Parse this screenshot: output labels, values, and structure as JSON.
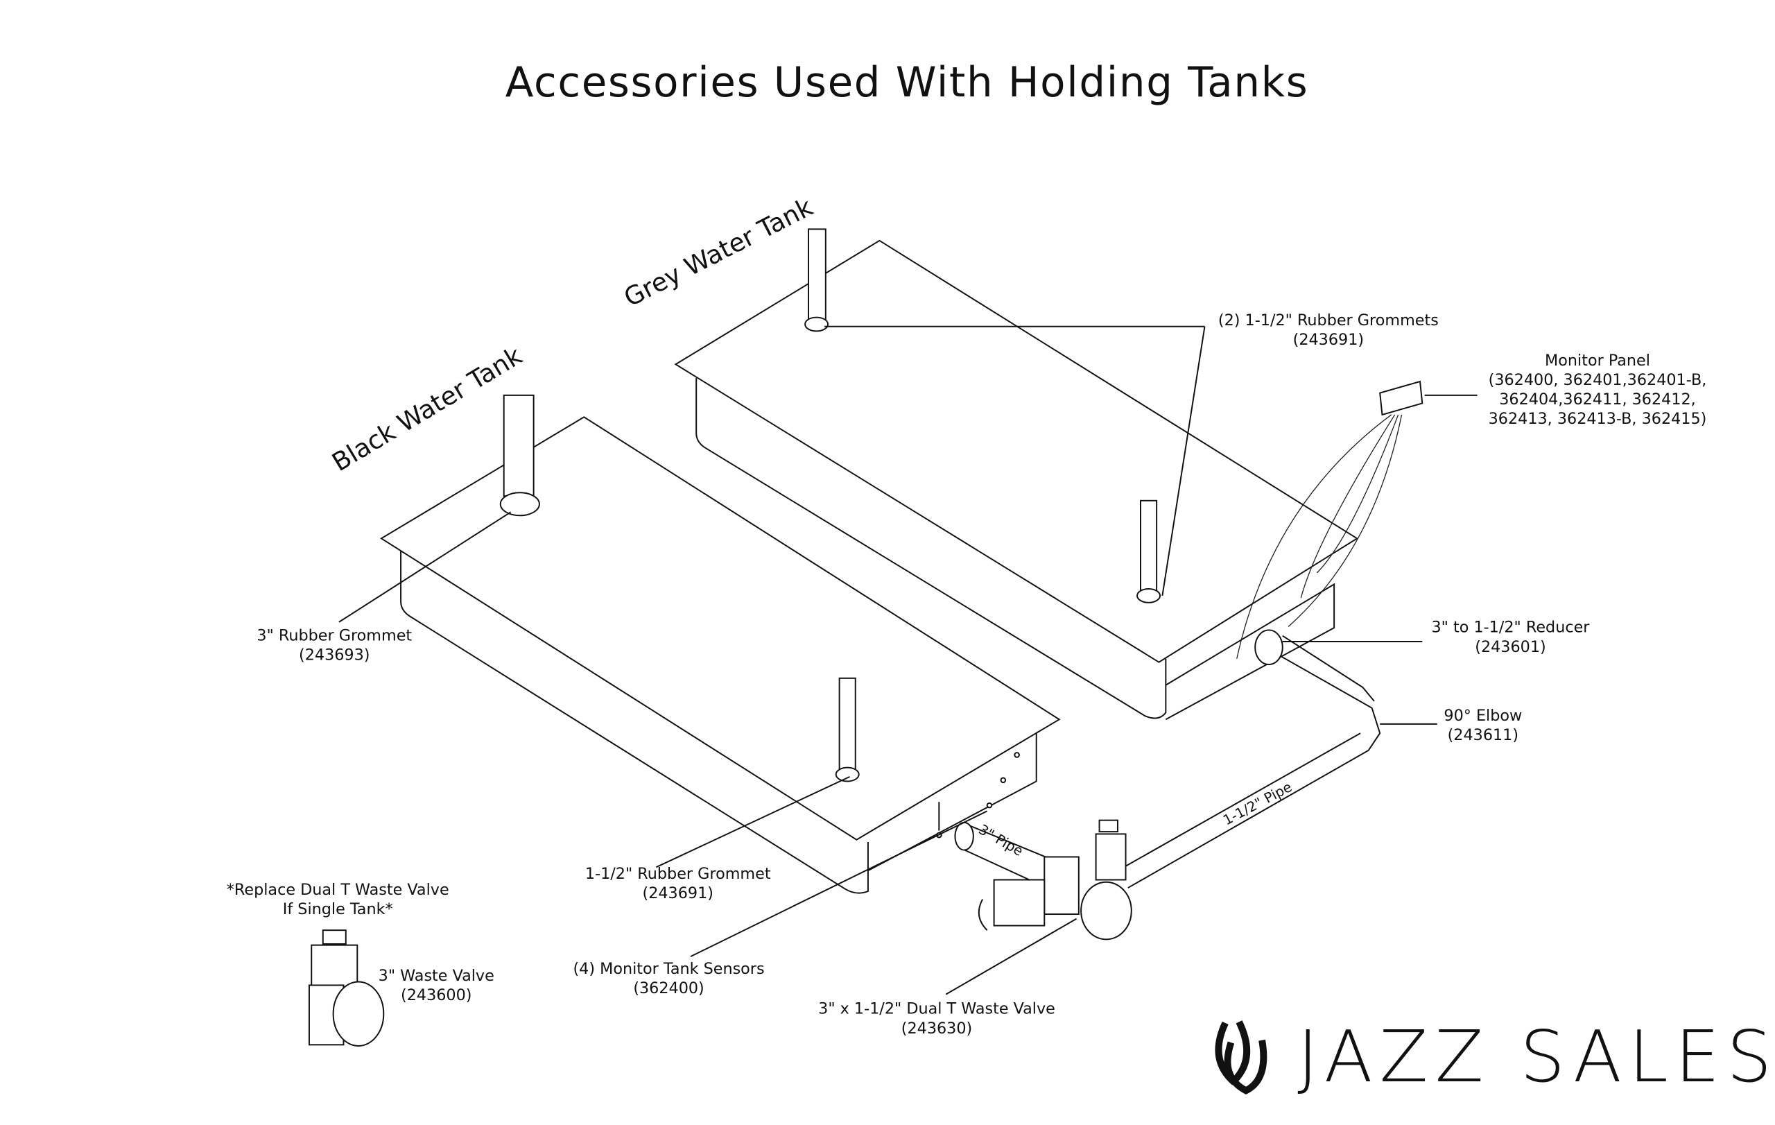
{
  "title": "Accessories Used With Holding Tanks",
  "tanks": {
    "grey": "Grey Water Tank",
    "black": "Black Water Tank"
  },
  "labels": {
    "grommets_2": {
      "line1": "(2) 1-1/2\" Rubber Grommets",
      "line2": "(243691)"
    },
    "monitor_panel": {
      "line1": "Monitor Panel",
      "line2": "(362400, 362401,362401-B,",
      "line3": "362404,362411, 362412,",
      "line4": "362413, 362413-B, 362415)"
    },
    "rubber_grommet_3": {
      "line1": "3\" Rubber Grommet",
      "line2": "(243693)"
    },
    "reducer": {
      "line1": "3\" to 1-1/2\" Reducer",
      "line2": "(243601)"
    },
    "elbow": {
      "line1": "90° Elbow",
      "line2": "(243611)"
    },
    "pipe_15": "1-1/2\" Pipe",
    "pipe_3": "3\" Pipe",
    "grommet_15": {
      "line1": "1-1/2\" Rubber Grommet",
      "line2": "(243691)"
    },
    "sensors": {
      "line1": "(4) Monitor Tank Sensors",
      "line2": "(362400)"
    },
    "dual_valve": {
      "line1": "3\" x 1-1/2\" Dual T Waste Valve",
      "line2": "(243630)"
    },
    "replace_note": {
      "line1": "*Replace Dual T Waste Valve",
      "line2": "If Single Tank*"
    },
    "waste_valve": {
      "line1": "3\" Waste Valve",
      "line2": "(243600)"
    }
  },
  "logo": {
    "text": "JAZZ SALES",
    "icon": "horseshoes-icon"
  }
}
